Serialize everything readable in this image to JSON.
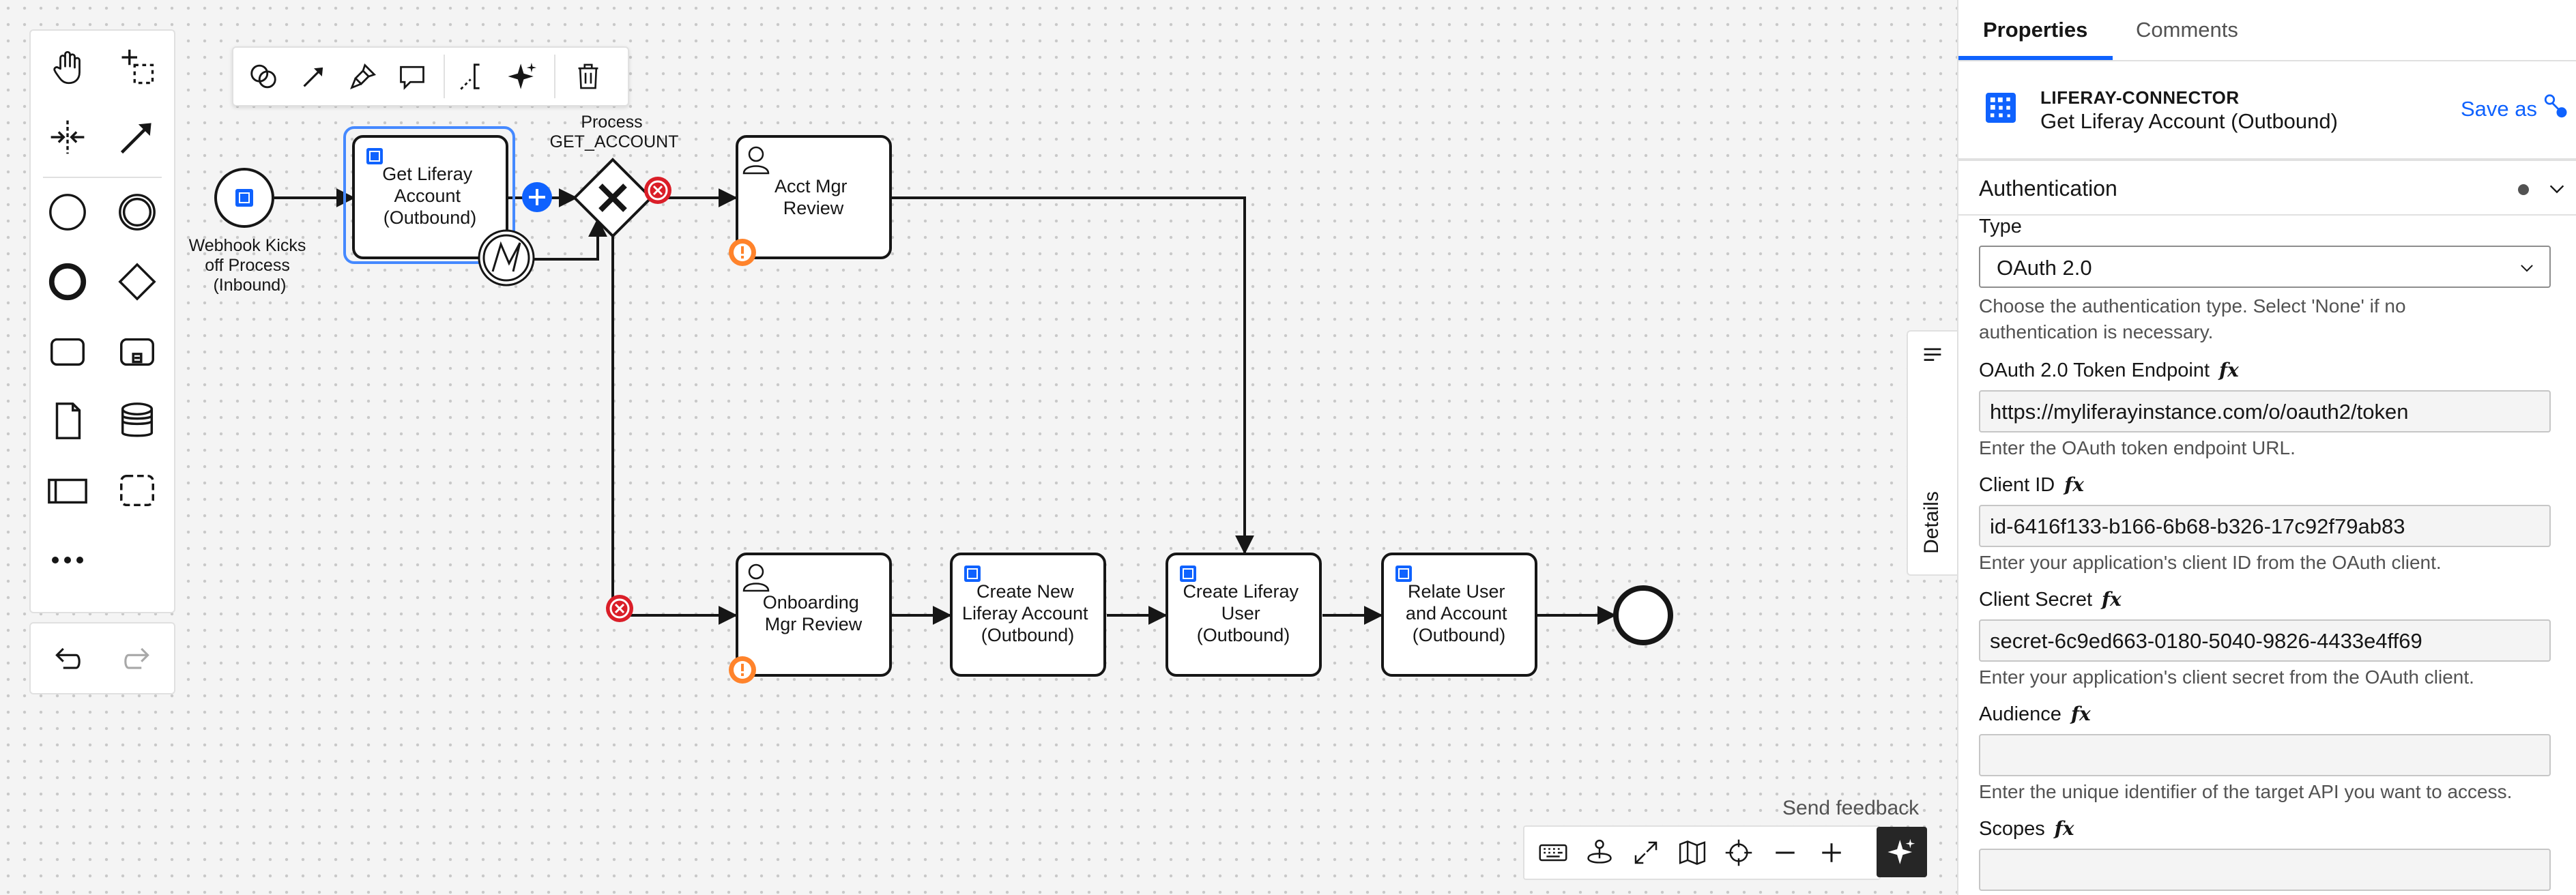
{
  "diagram": {
    "start_event_label": [
      "Webhook Kicks",
      "off Process",
      "(Inbound)"
    ],
    "get_account_label": [
      "Get Liferay",
      "Account",
      "(Outbound)"
    ],
    "gateway_label": [
      "Process",
      "GET_ACCOUNT"
    ],
    "acct_review_label": [
      "Acct Mgr",
      "Review"
    ],
    "onboarding_label": [
      "Onboarding",
      "Mgr Review"
    ],
    "create_account_label": [
      "Create New",
      "Liferay Account",
      "(Outbound)"
    ],
    "create_user_label": [
      "Create Liferay",
      "User",
      "(Outbound)"
    ],
    "relate_label": [
      "Relate User",
      "and Account",
      "(Outbound)"
    ]
  },
  "palette": {
    "tools": [
      "hand-tool",
      "lasso-tool",
      "space-tool",
      "connect-tool",
      "start-event",
      "intermediate-event",
      "end-event",
      "gateway",
      "task",
      "subprocess",
      "data-object",
      "data-store",
      "pool",
      "group",
      "more"
    ]
  },
  "footer": {
    "send_feedback": "Send feedback"
  },
  "details_tab": {
    "label": "Details"
  },
  "panel": {
    "tabs": [
      "Properties",
      "Comments"
    ],
    "element_kind": "LIFERAY-CONNECTOR",
    "element_name": "Get Liferay Account (Outbound)",
    "save_as": "Save as",
    "group_title": "Authentication",
    "fields": {
      "type_label": "Type",
      "type_value": "OAuth 2.0",
      "type_hint_1": "Choose the authentication type. Select 'None' if no",
      "type_hint_2": "authentication is necessary.",
      "token_label": "OAuth 2.0 Token Endpoint",
      "token_value": "https://myliferayinstance.com/o/oauth2/token",
      "token_hint": "Enter the OAuth token endpoint URL.",
      "client_id_label": "Client ID",
      "client_id_value": "id-6416f133-b166-6b68-b326-17c92f79ab83",
      "client_id_hint": "Enter your application's client ID from the OAuth client.",
      "client_secret_label": "Client Secret",
      "client_secret_value": "secret-6c9ed663-0180-5040-9826-4433e4ff69",
      "client_secret_hint": "Enter your application's client secret from the OAuth client.",
      "audience_label": "Audience",
      "audience_value": "",
      "audience_hint": "Enter the unique identifier of the target API you want to access.",
      "scopes_label": "Scopes",
      "scopes_value": "",
      "fx": "fx"
    }
  },
  "colors": {
    "accent": "#0f62fe",
    "error": "#da1e28",
    "warning": "#ff832b",
    "selection": "#4589ff"
  }
}
